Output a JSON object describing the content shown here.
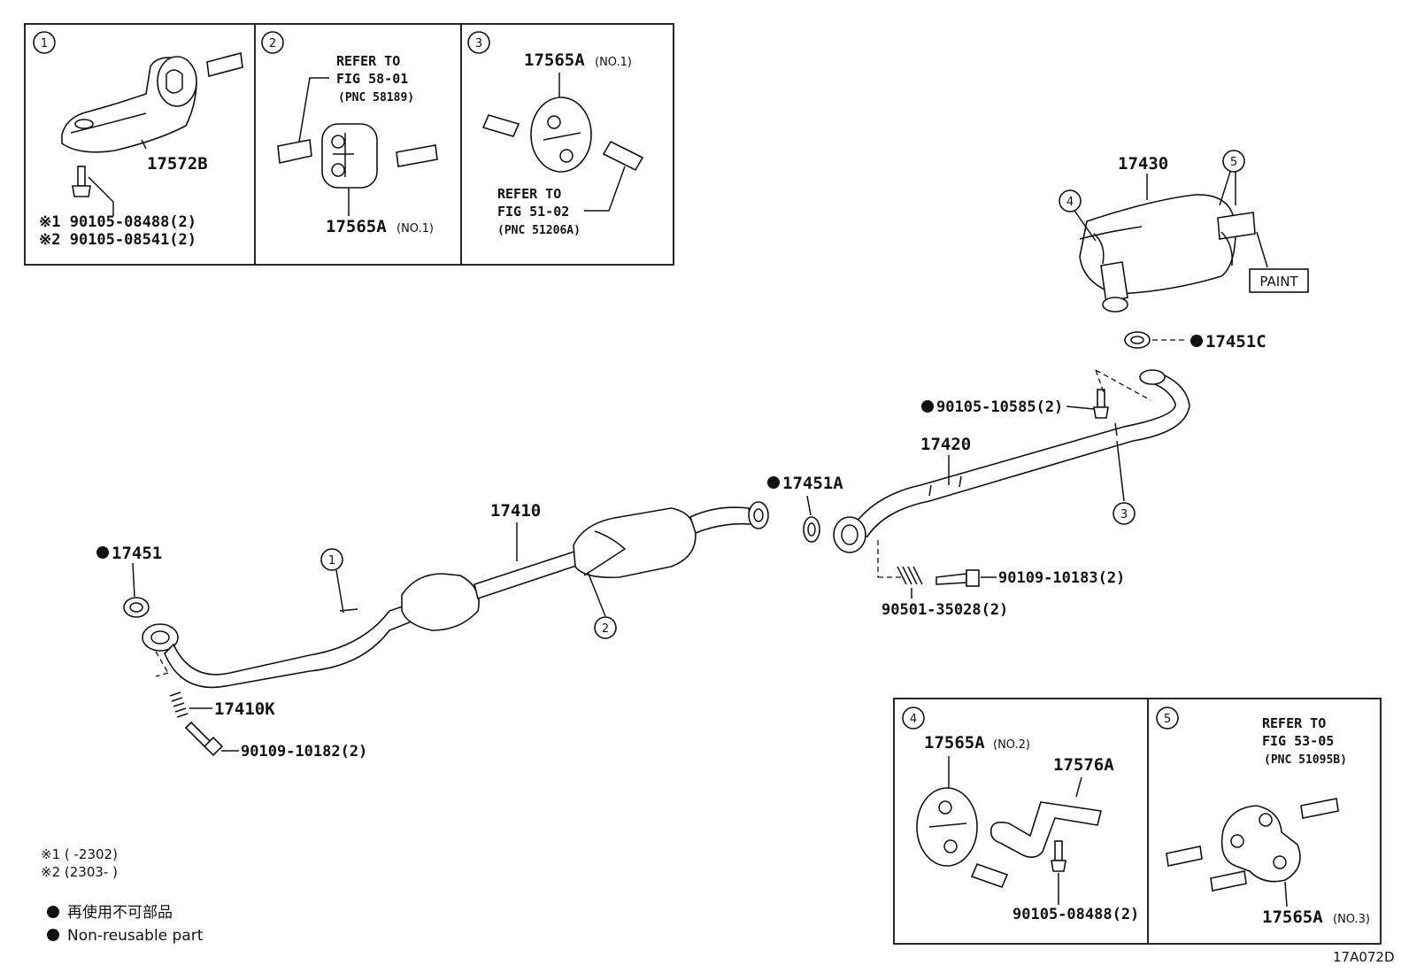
{
  "inset1": {
    "num": "1",
    "part": "17572B",
    "bolt_line1": "※1 90105-08488(2)",
    "bolt_line2": "※2 90105-08541(2)"
  },
  "inset2": {
    "num": "2",
    "refer": [
      "REFER TO",
      "FIG 58-01",
      "(PNC 58189)"
    ],
    "part": "17565A",
    "part_sub": "(NO.1)"
  },
  "inset3": {
    "num": "3",
    "part": "17565A",
    "part_sub": "(NO.1)",
    "refer": [
      "REFER TO",
      "FIG 51-02",
      "(PNC 51206A)"
    ]
  },
  "inset4": {
    "num": "4",
    "part_a": "17565A",
    "part_a_sub": "(NO.2)",
    "part_b": "17576A",
    "bolt": "90105-08488(2)"
  },
  "inset5": {
    "num": "5",
    "refer": [
      "REFER TO",
      "FIG 53-05",
      "(PNC 51095B)"
    ],
    "part": "17565A",
    "part_sub": "(NO.3)"
  },
  "main": {
    "muffler": "17430",
    "paint": "PAINT",
    "callout4": "4",
    "callout5": "5",
    "gasket_c": "17451C",
    "bolt_c": "90105-10585(2)",
    "center_pipe": "17420",
    "callout3": "3",
    "gasket_a": "17451A",
    "bolt_b": "90109-10183(2)",
    "spring_b": "90501-35028(2)",
    "front_pipe": "17410",
    "gasket": "17451",
    "callout1": "1",
    "callout2": "2",
    "spring_a": "17410K",
    "bolt_a": "90109-10182(2)"
  },
  "notes": {
    "n1": "※1 (      -2302)",
    "n2": "※2 (2303-      )"
  },
  "legend": {
    "jp": "再使用不可部品",
    "en": "Non-reusable part"
  },
  "code": "17A072D"
}
